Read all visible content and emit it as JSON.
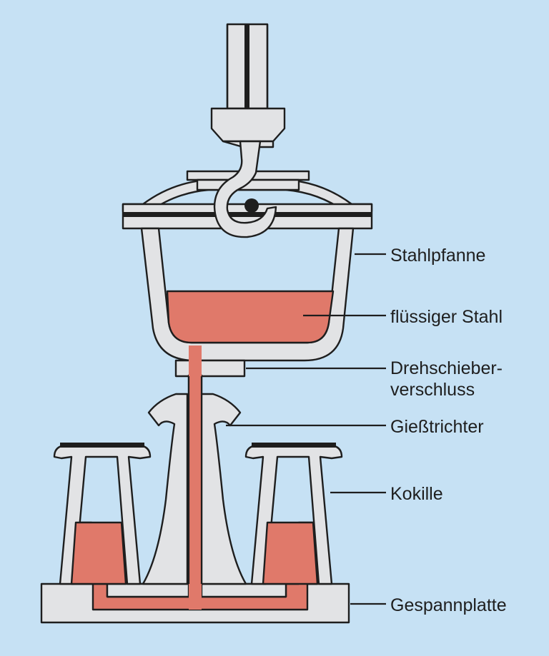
{
  "labels": {
    "ladle": "Stahlpfanne",
    "liquid_steel": "flüssiger Stahl",
    "rotary_gate_line1": "Drehschieber-",
    "rotary_gate_line2": "verschluss",
    "pouring_funnel": "Gießtrichter",
    "mould": "Kokille",
    "bottom_plate": "Gespannplatte"
  },
  "colors": {
    "background": "#c6e1f4",
    "metal": "#e2e3e5",
    "liquid_steel": "#e0796a",
    "outline": "#1e1e1e"
  }
}
